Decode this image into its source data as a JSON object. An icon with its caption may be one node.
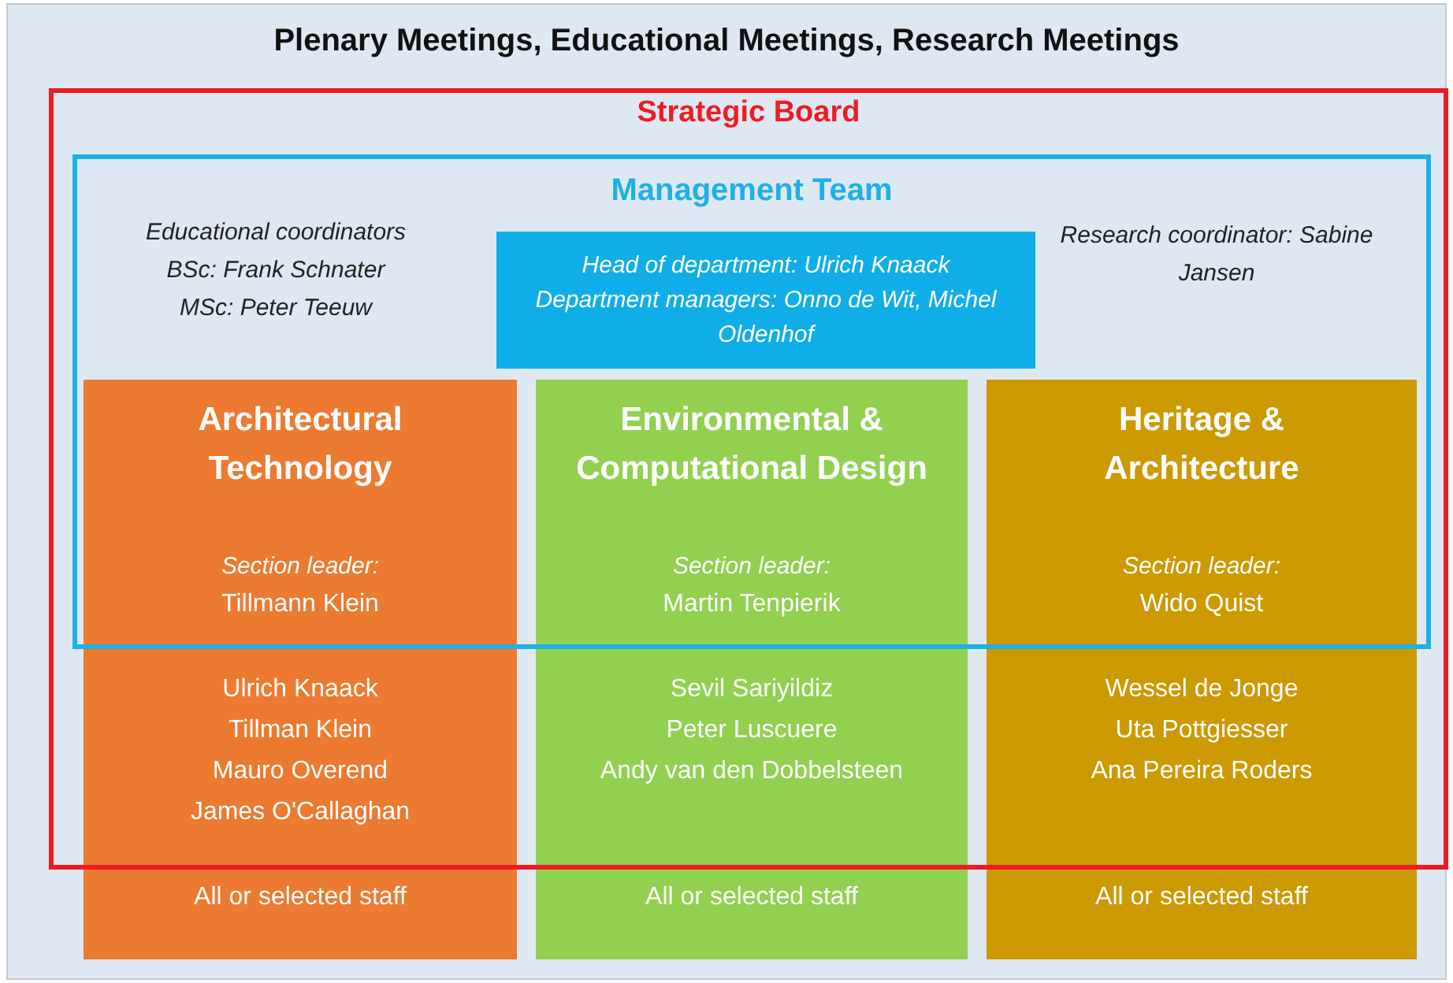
{
  "diagram": {
    "nodes": [
      {
        "text": [
          "Plenary Meetings, Educational Meetings, Research Meetings"
        ]
      },
      {
        "text": [
          "Strategic Board"
        ],
        "in": 0
      },
      {
        "text": [
          "Management Team"
        ],
        "in": 1
      },
      {
        "text": [
          "Head of department: Ulrich Knaack",
          "Department managers: Onno de Wit, Michel Oldenhof"
        ],
        "in": 2
      },
      {
        "text": [
          "Architectural Technology",
          "Section leader:",
          "Tillmann Klein",
          "Ulrich Knaack",
          "Tillman Klein",
          "Mauro Overend",
          "James O'Callaghan",
          "All or selected staff"
        ],
        "in": 0
      },
      {
        "text": [
          "Environmental & Computational Design",
          "Section leader:",
          "Martin Tenpierik",
          "Sevil Sariyildiz",
          "Peter Luscuere",
          "Andy van den Dobbelsteen",
          "All or selected staff"
        ],
        "in": 0
      },
      {
        "text": [
          "Heritage & Architecture",
          "Section leader:",
          "Wido Quist",
          "Wessel de Jonge",
          "Uta Pottgiesser",
          "Ana Pereira Roders",
          "All or selected staff"
        ],
        "in": 0
      }
    ],
    "labels": [
      "Educational coordinators",
      "BSc: Frank Schnater",
      "MSc: Peter Teeuw",
      "Research coordinator: Sabine Jansen"
    ]
  }
}
